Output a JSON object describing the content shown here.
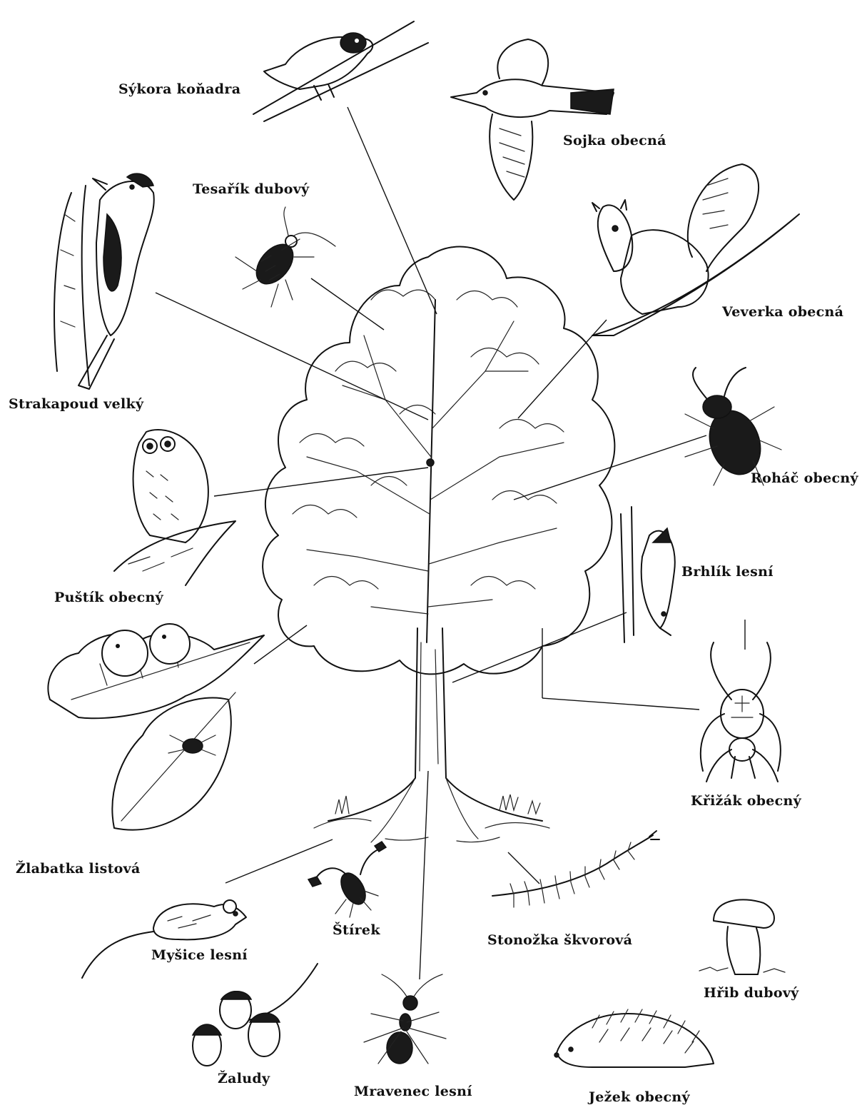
{
  "labels": {
    "sykora": "Sýkora koňadra",
    "sojka": "Sojka obecná",
    "tesarik": "Tesařík dubový",
    "veverka": "Veverka obecná",
    "strakapoud": "Strakapoud velký",
    "rohac": "Roháč obecný",
    "pustik": "Puštík obecný",
    "brhlik": "Brhlík lesní",
    "krizak": "Křižák obecný",
    "zlabatka": "Žlabatka listová",
    "stirek": "Štírek",
    "stonozka": "Stonožka škvorová",
    "mysice": "Myšice lesní",
    "hrib": "Hřib dubový",
    "zaludy": "Žaludy",
    "mravenec": "Mravenec lesní",
    "jezek": "Ježek obecný"
  }
}
